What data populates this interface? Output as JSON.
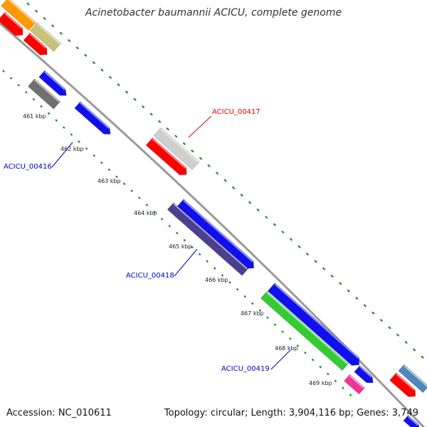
{
  "title": "Acinetobacter baumannii ACICU, complete genome",
  "footer": {
    "accession": "Accession: NC_010611",
    "summary": "Topology: circular; Length: 3,904,116 bp; Genes: 3,749"
  },
  "colors": {
    "backbone": "#999999",
    "tick": "#228B22",
    "label_red": "#e00000",
    "label_blue": "#0000cc"
  },
  "ticks": [
    "461 kbp",
    "462 kbp",
    "463 kbp",
    "464 kbp",
    "465 kbp",
    "466 kbp",
    "467 kbp",
    "468 kbp",
    "469 kbp"
  ],
  "gene_labels": [
    {
      "text": "ACICU_00417",
      "color": "red"
    },
    {
      "text": "ACICU_00416",
      "color": "blue"
    },
    {
      "text": "ACICU_00418",
      "color": "blue"
    },
    {
      "text": "ACICU_00419",
      "color": "blue"
    }
  ],
  "features": [
    {
      "name": "orange-gene",
      "color": "#ff9900"
    },
    {
      "name": "red-gene",
      "color": "#ff0000"
    },
    {
      "name": "olive-gene",
      "color": "#c8c27a"
    },
    {
      "name": "red-gene",
      "color": "#ff0000"
    },
    {
      "name": "blue-gene",
      "color": "#1010ee"
    },
    {
      "name": "grey-gene",
      "color": "#707070"
    },
    {
      "name": "blue-gene",
      "color": "#1010ee"
    },
    {
      "name": "silver-gene",
      "color": "#cfcfcf"
    },
    {
      "name": "red-gene",
      "color": "#ff0000"
    },
    {
      "name": "blue-gene",
      "color": "#1010ee"
    },
    {
      "name": "purple-gene",
      "color": "#4b3f8f"
    },
    {
      "name": "blue-gene",
      "color": "#1010ee"
    },
    {
      "name": "green-gene",
      "color": "#33cc33"
    },
    {
      "name": "blue-gene",
      "color": "#1010ee"
    },
    {
      "name": "magenta-gene",
      "color": "#ee3399"
    },
    {
      "name": "steelblue-gene",
      "color": "#4f88b8"
    },
    {
      "name": "red-gene",
      "color": "#ff0000"
    },
    {
      "name": "blue-gene",
      "color": "#1010ee"
    }
  ]
}
